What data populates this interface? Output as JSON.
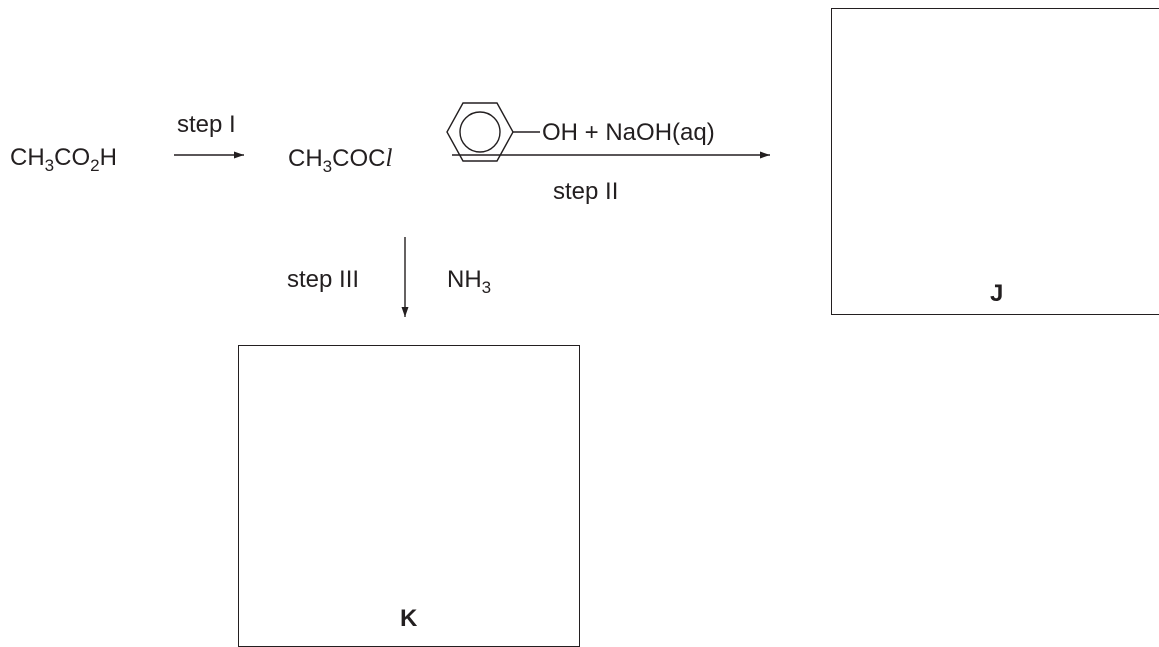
{
  "reactant": {
    "p1": "CH",
    "s1": "3",
    "p2": "CO",
    "s2": "2",
    "p3": "H"
  },
  "intermediate": {
    "p1": "CH",
    "s1": "3",
    "p2": "COC",
    "p3": "l"
  },
  "step1_label": "step I",
  "step2": {
    "reagent": "OH + NaOH(aq)",
    "label": "step II"
  },
  "step3": {
    "label": "step III",
    "reagent_p1": "NH",
    "reagent_s1": "3"
  },
  "box_j_label": "J",
  "box_k_label": "K"
}
